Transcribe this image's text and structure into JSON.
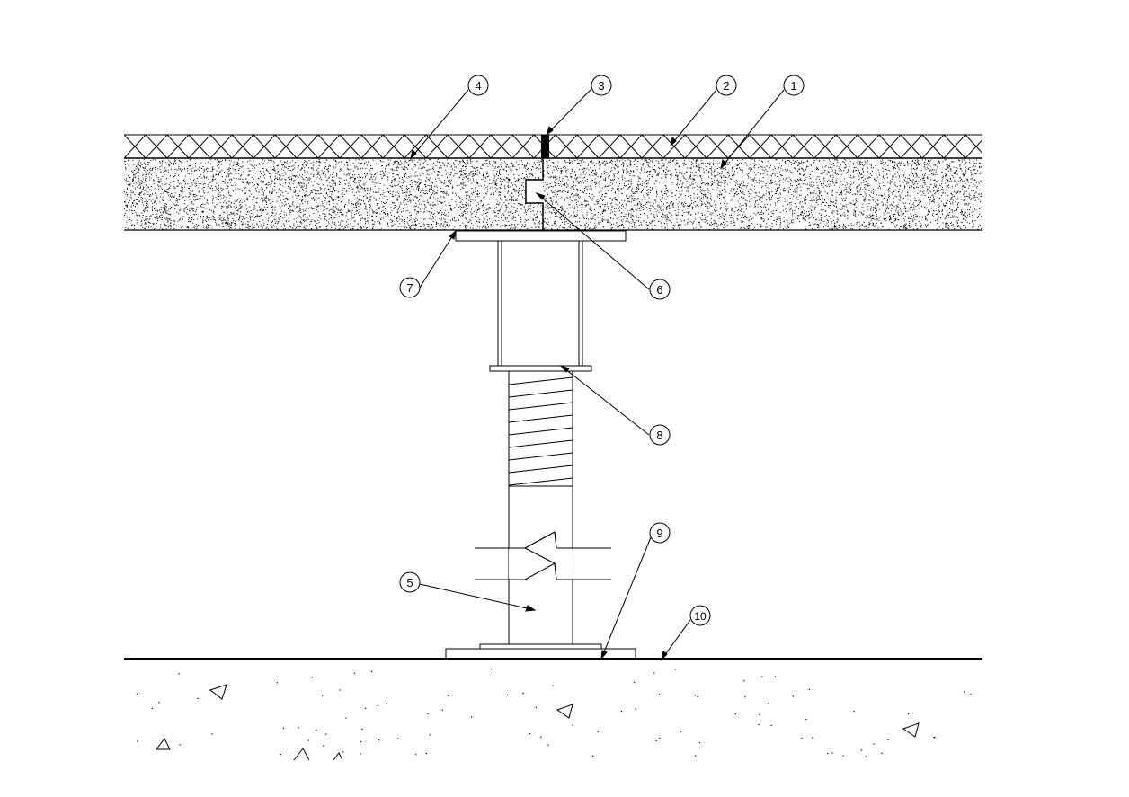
{
  "callouts": [
    {
      "id": "c1",
      "label": "1"
    },
    {
      "id": "c2",
      "label": "2"
    },
    {
      "id": "c3",
      "label": "3"
    },
    {
      "id": "c4",
      "label": "4"
    },
    {
      "id": "c5",
      "label": "5"
    },
    {
      "id": "c6",
      "label": "6"
    },
    {
      "id": "c7",
      "label": "7"
    },
    {
      "id": "c8",
      "label": "8"
    },
    {
      "id": "c9",
      "label": "9"
    },
    {
      "id": "c10",
      "label": "10"
    }
  ],
  "colors": {
    "line": "#000000",
    "background": "#ffffff"
  }
}
